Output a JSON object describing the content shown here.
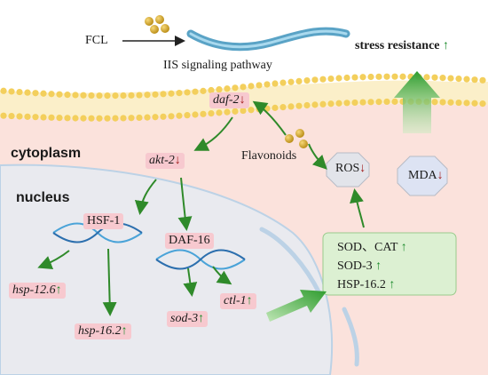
{
  "input": {
    "label": "FCL"
  },
  "pathway": {
    "label": "IIS signaling pathway"
  },
  "outcome": {
    "label": "stress resistance",
    "arrow": "↑"
  },
  "compartments": {
    "cytoplasm": "cytoplasm",
    "nucleus": "nucleus"
  },
  "flavonoids": {
    "label": "Flavonoids"
  },
  "genes": {
    "daf2": {
      "name": "daf-2",
      "arrow": "↓"
    },
    "akt2": {
      "name": "akt-2",
      "arrow": "↓"
    },
    "hsf1": {
      "name": "HSF-1"
    },
    "daf16": {
      "name": "DAF-16"
    },
    "hsp126": {
      "name": "hsp-12.6",
      "arrow": "↑"
    },
    "hsp162": {
      "name": "hsp-16.2",
      "arrow": "↑"
    },
    "sod3": {
      "name": "sod-3",
      "arrow": "↑"
    },
    "ctl1": {
      "name": "ctl-1",
      "arrow": "↑"
    }
  },
  "ros": {
    "label": "ROS",
    "arrow": "↓"
  },
  "mda": {
    "label": "MDA",
    "arrow": "↓"
  },
  "enzymes": [
    {
      "label": "SOD、CAT",
      "arrow": "↑"
    },
    {
      "label": "SOD-3",
      "arrow": "↑"
    },
    {
      "label": "HSP-16.2",
      "arrow": "↑"
    }
  ],
  "colors": {
    "membrane": "#f6d873",
    "cytoplasm": "#fbe2dc",
    "nucleus": "#e8e9ee",
    "arrow_green": "#2f8a2a",
    "up": "#1a8a2a",
    "down": "#a01818",
    "gene_box": "#f7c9cf"
  }
}
